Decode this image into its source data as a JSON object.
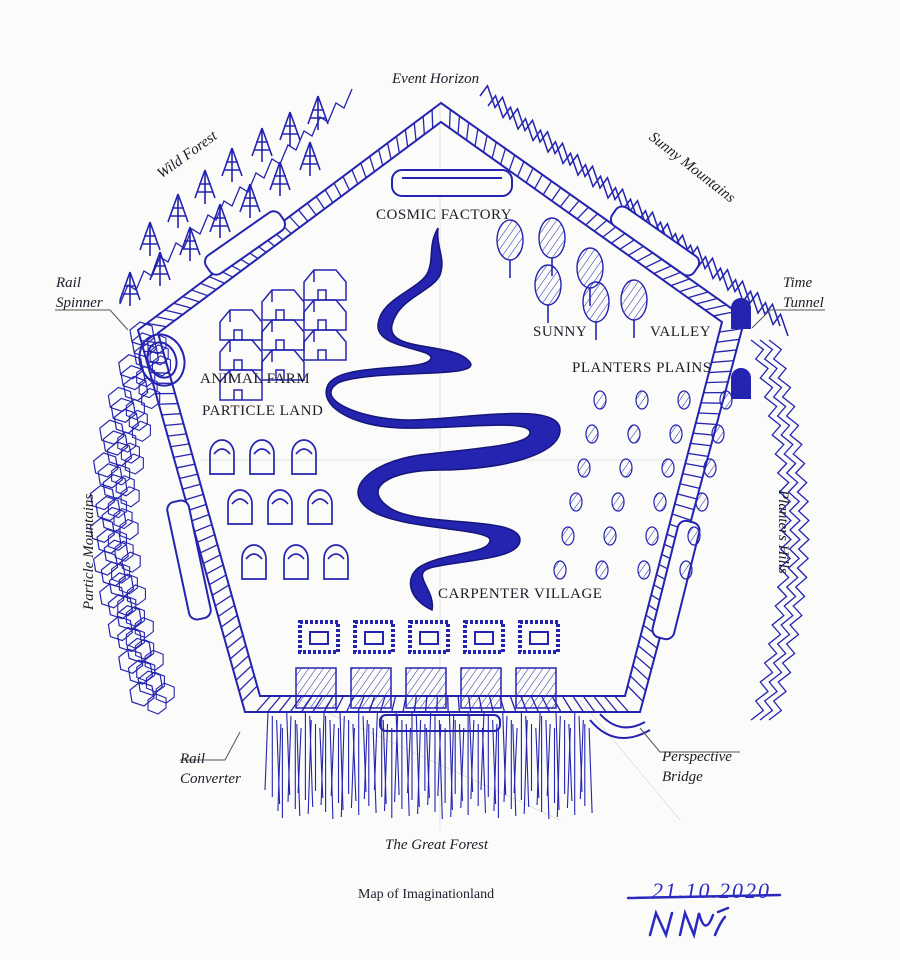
{
  "map": {
    "caption": "Map of Imaginationland",
    "date": "21.10.2020",
    "colors": {
      "ink": "#2424b0",
      "paper": "#fbfbf9",
      "label": "#1c1c2a"
    },
    "outer_labels": {
      "event_horizon": "Event Horizon",
      "wild_forest": "Wild Forest",
      "sunny_mountains": "Sunny Mountains",
      "rail_spinner": [
        "Rail",
        "Spinner"
      ],
      "time_tunnel": [
        "Time",
        "Tunnel"
      ],
      "particle_mountains": "Particle Mountains",
      "planters_hills": "Planters Hills",
      "rail_converter": [
        "Rail",
        "Converter"
      ],
      "perspective_bridge": [
        "Perspective",
        "Bridge"
      ],
      "great_forest": "The Great Forest"
    },
    "regions": {
      "cosmic_factory": "COSMIC FACTORY",
      "animal_farm": "ANIMAL FARM",
      "particle_land": "PARTICLE LAND",
      "sunny": "SUNNY",
      "valley": "VALLEY",
      "planters_plains": "PLANTERS PLAINS",
      "carpenter_village": "CARPENTER VILLAGE"
    }
  }
}
